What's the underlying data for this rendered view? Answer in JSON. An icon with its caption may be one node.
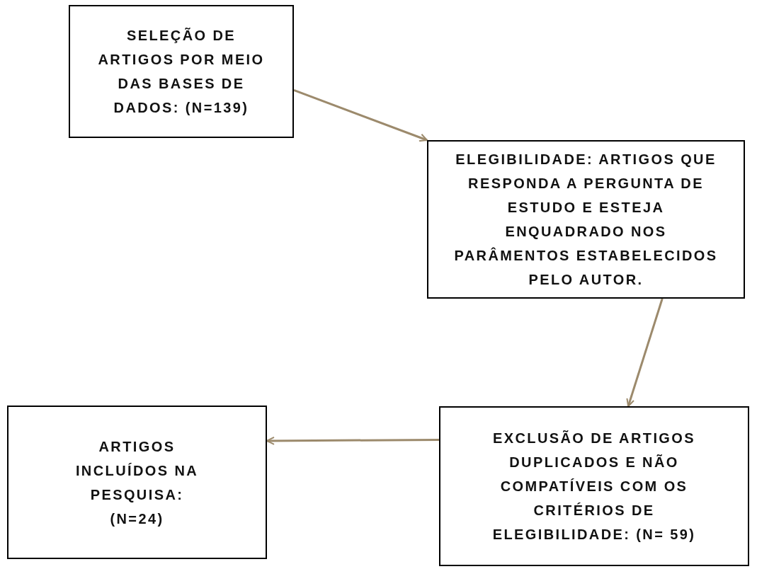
{
  "diagram": {
    "nodes": [
      {
        "text": [
          "SELEÇÃO DE ARTIGOS POR MEIO DAS BASES DE DADOS: (N=139)"
        ]
      },
      {
        "text": [
          "ELEGIBILIDADE: ARTIGOS QUE RESPONDA A PERGUNTA DE ESTUDO E ESTEJA ENQUADRADO NOS PARÂMENTOS ESTABELECIDOS PELO AUTOR."
        ]
      },
      {
        "text": [
          "EXCLUSÃO DE ARTIGOS DUPLICADOS E NÃO COMPATÍVEIS COM OS CRITÉRIOS DE ELEGIBILIDADE: (N= 59)"
        ]
      },
      {
        "text": [
          "ARTIGOS INCLUÍDOS NA PESQUISA: (N=24)"
        ]
      }
    ],
    "edges": [
      {
        "from": 0,
        "to": 1,
        "arrow": "to"
      },
      {
        "from": 1,
        "to": 2,
        "arrow": "to"
      },
      {
        "from": 2,
        "to": 3,
        "arrow": "to"
      }
    ]
  }
}
